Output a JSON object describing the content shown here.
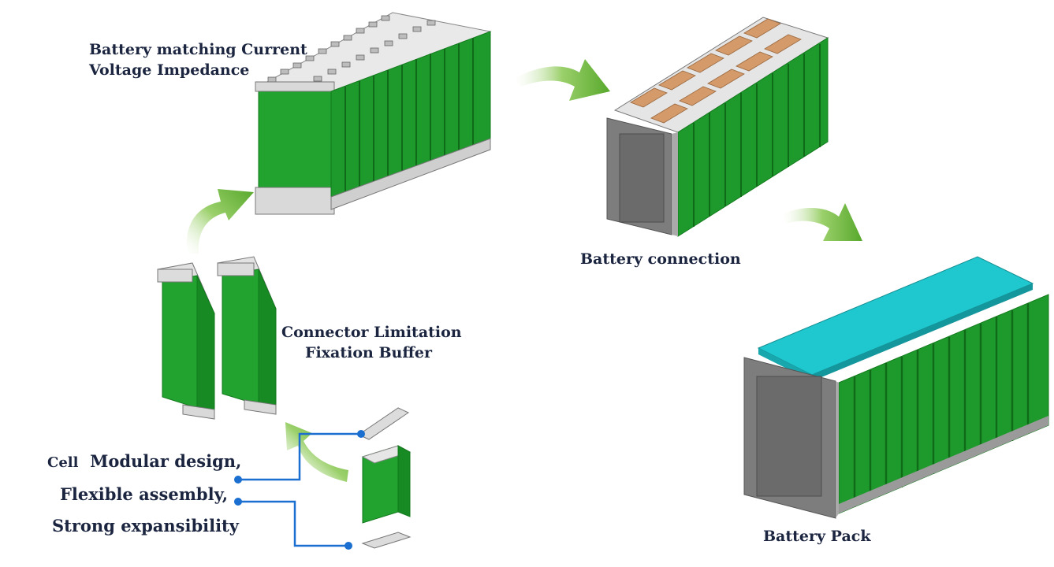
{
  "labels": {
    "matching_line1": "Battery matching Current",
    "matching_line2": "Voltage  Impedance",
    "connection": "Battery connection",
    "connector_line1": "Connector  Limitation",
    "connector_line2": "Fixation  Buffer",
    "cell_word": "Cell",
    "cell_line1": "Modular design,",
    "cell_line2": "Flexible assembly,",
    "cell_line3": "Strong expansibility",
    "pack": "Battery Pack"
  },
  "colors": {
    "cell_green": "#22a330",
    "cell_green_dark": "#137a1d",
    "arrow_green": "#7cc24a",
    "connector_blue": "#1a6fd0",
    "frame_gray": "#7d7d7d",
    "copper": "#d49a6a",
    "pack_cover": "#1fc8cf",
    "label_text": "#1b2540"
  }
}
